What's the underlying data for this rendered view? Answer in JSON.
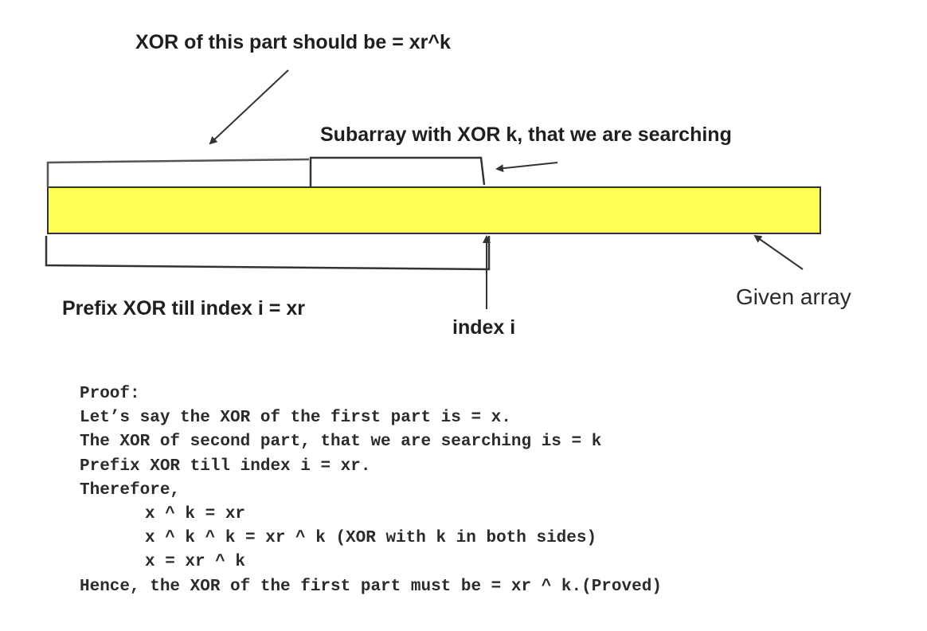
{
  "labels": {
    "xor_first_part": "XOR of this part should be = xr^k",
    "subarray": "Subarray with XOR k, that we are searching",
    "prefix_xor": "Prefix XOR till index i = xr",
    "index_i": "index i",
    "given_array": "Given array"
  },
  "colors": {
    "array_fill": "#ffff55",
    "line": "#333333"
  },
  "proof": {
    "lines": [
      "Proof:",
      "Let’s say the XOR of the first part is = x.",
      "The XOR of second part, that we are searching is = k",
      "Prefix XOR till index i = xr.",
      "Therefore,",
      "x ^ k = xr",
      "x ^ k ^ k = xr ^ k (XOR with k in both sides)",
      "x = xr ^ k",
      "Hence, the XOR of the first part must be = xr ^ k.(Proved)"
    ]
  }
}
